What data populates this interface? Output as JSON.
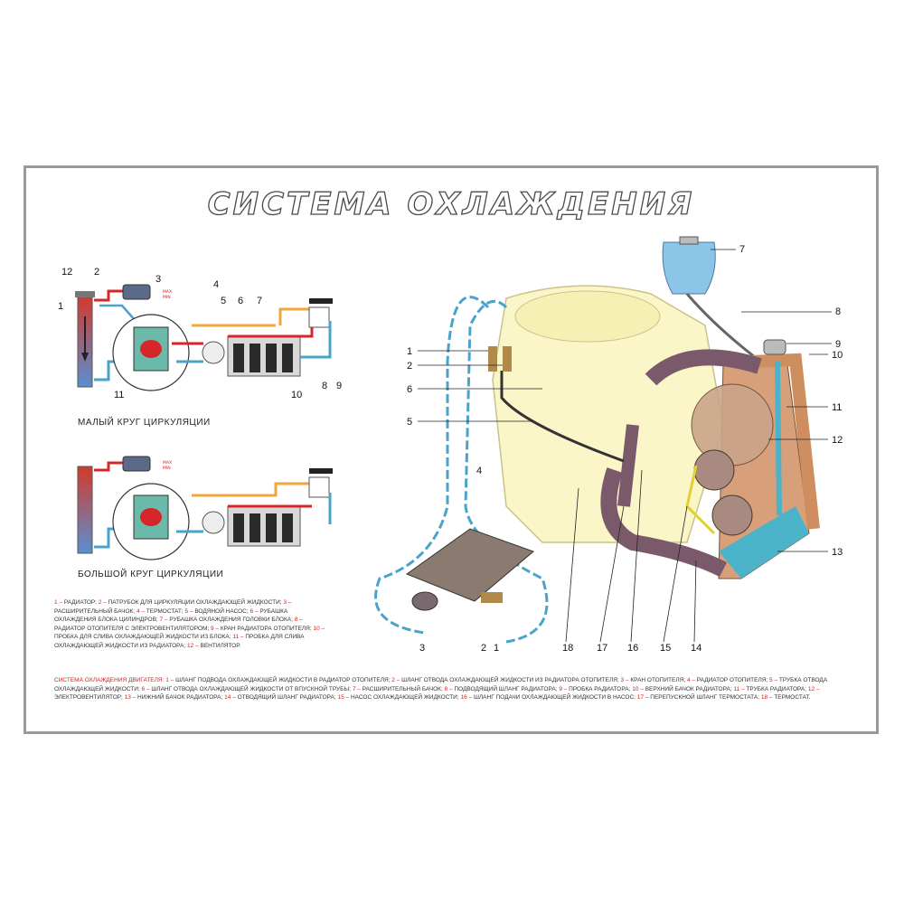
{
  "title": "СИСТЕМА ОХЛАЖДЕНИЯ",
  "small_circuit_caption": "МАЛЫЙ КРУГ ЦИРКУЛЯЦИИ",
  "big_circuit_caption": "БОЛЬШОЙ КРУГ ЦИРКУЛЯЦИИ",
  "gauge_max": "MAX",
  "gauge_min": "MIN",
  "small_schematic_labels": [
    "1",
    "2",
    "3",
    "4",
    "5",
    "6",
    "7",
    "8",
    "9",
    "10",
    "11",
    "12"
  ],
  "main_labels": [
    "1",
    "2",
    "3",
    "4",
    "5",
    "6",
    "7",
    "8",
    "9",
    "10",
    "11",
    "12",
    "13",
    "14",
    "15",
    "16",
    "17",
    "18"
  ],
  "bottom_left_labels": [
    "3",
    "2",
    "1"
  ],
  "legend_small": [
    {
      "n": "1",
      "t": "радиатор;"
    },
    {
      "n": "2",
      "t": "патрубок для циркуляции охлаждающей жидкости;"
    },
    {
      "n": "3",
      "t": "расширительный бачок;"
    },
    {
      "n": "4",
      "t": "термостат;"
    },
    {
      "n": "5",
      "t": "водяной насос;"
    },
    {
      "n": "6",
      "t": "рубашка охлаждения блока цилиндров;"
    },
    {
      "n": "7",
      "t": "рубашка охлаждения головки блока;"
    },
    {
      "n": "8",
      "t": "радиатор отопителя с электровентилятором;"
    },
    {
      "n": "9",
      "t": "кран радиатора отопителя;"
    },
    {
      "n": "10",
      "t": "пробка для слива охлаждающей жидкости из блока;"
    },
    {
      "n": "11",
      "t": "пробка для слива охлаждающей жидкости из радиатора;"
    },
    {
      "n": "12",
      "t": "вентилятор."
    }
  ],
  "legend_big_heading": "Система охлаждения двигателя:",
  "legend_big": [
    {
      "n": "1",
      "t": "шланг подвода охлаждающей жидкости в радиатор отопителя;"
    },
    {
      "n": "2",
      "t": "шланг отвода охлаждающей жидкости из радиатора отопителя;"
    },
    {
      "n": "3",
      "t": "кран отопителя;"
    },
    {
      "n": "4",
      "t": "радиатор отопителя;"
    },
    {
      "n": "5",
      "t": "трубка отвода охлаждающей жидкости;"
    },
    {
      "n": "6",
      "t": "шланг отвода охлаждающей жидкости от впускной трубы;"
    },
    {
      "n": "7",
      "t": "расширительный бачок;"
    },
    {
      "n": "8",
      "t": "подводящий шланг радиатора;"
    },
    {
      "n": "9",
      "t": "пробка радиатора;"
    },
    {
      "n": "10",
      "t": "верхний бачок радиатора;"
    },
    {
      "n": "11",
      "t": "трубка радиатора;"
    },
    {
      "n": "12",
      "t": "электровентилятор;"
    },
    {
      "n": "13",
      "t": "нижний бачок радиатора;"
    },
    {
      "n": "14",
      "t": "отводящий шланг радиатора;"
    },
    {
      "n": "15",
      "t": "насос охлаждающей жидкости;"
    },
    {
      "n": "16",
      "t": "шланг подачи охлаждающей жидкости в насос;"
    },
    {
      "n": "17",
      "t": "перепускной шланг термостата;"
    },
    {
      "n": "18",
      "t": "термостат."
    }
  ]
}
